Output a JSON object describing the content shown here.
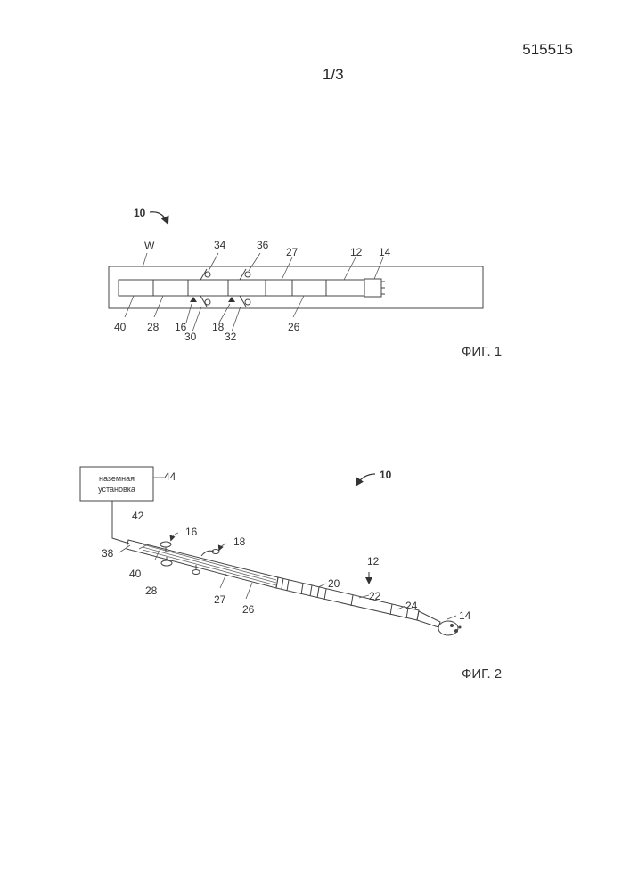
{
  "header": {
    "doc_number": "515515",
    "sheet": "1/3"
  },
  "figure1": {
    "caption": "ФИГ. 1",
    "assembly_label": "10",
    "labels": {
      "W": "W",
      "l34": "34",
      "l36": "36",
      "l27": "27",
      "l12": "12",
      "l14": "14",
      "l40": "40",
      "l28": "28",
      "l16": "16",
      "l30": "30",
      "l18": "18",
      "l32": "32",
      "l26": "26"
    }
  },
  "figure2": {
    "caption": "ФИГ. 2",
    "assembly_label": "10",
    "surface_unit": {
      "line1": "наземная",
      "line2": "установка"
    },
    "labels": {
      "l44": "44",
      "l42": "42",
      "l38": "38",
      "l40": "40",
      "l28": "28",
      "l16": "16",
      "l18": "18",
      "l27": "27",
      "l26": "26",
      "l20": "20",
      "l12": "12",
      "l22": "22",
      "l24": "24",
      "l14": "14"
    }
  }
}
